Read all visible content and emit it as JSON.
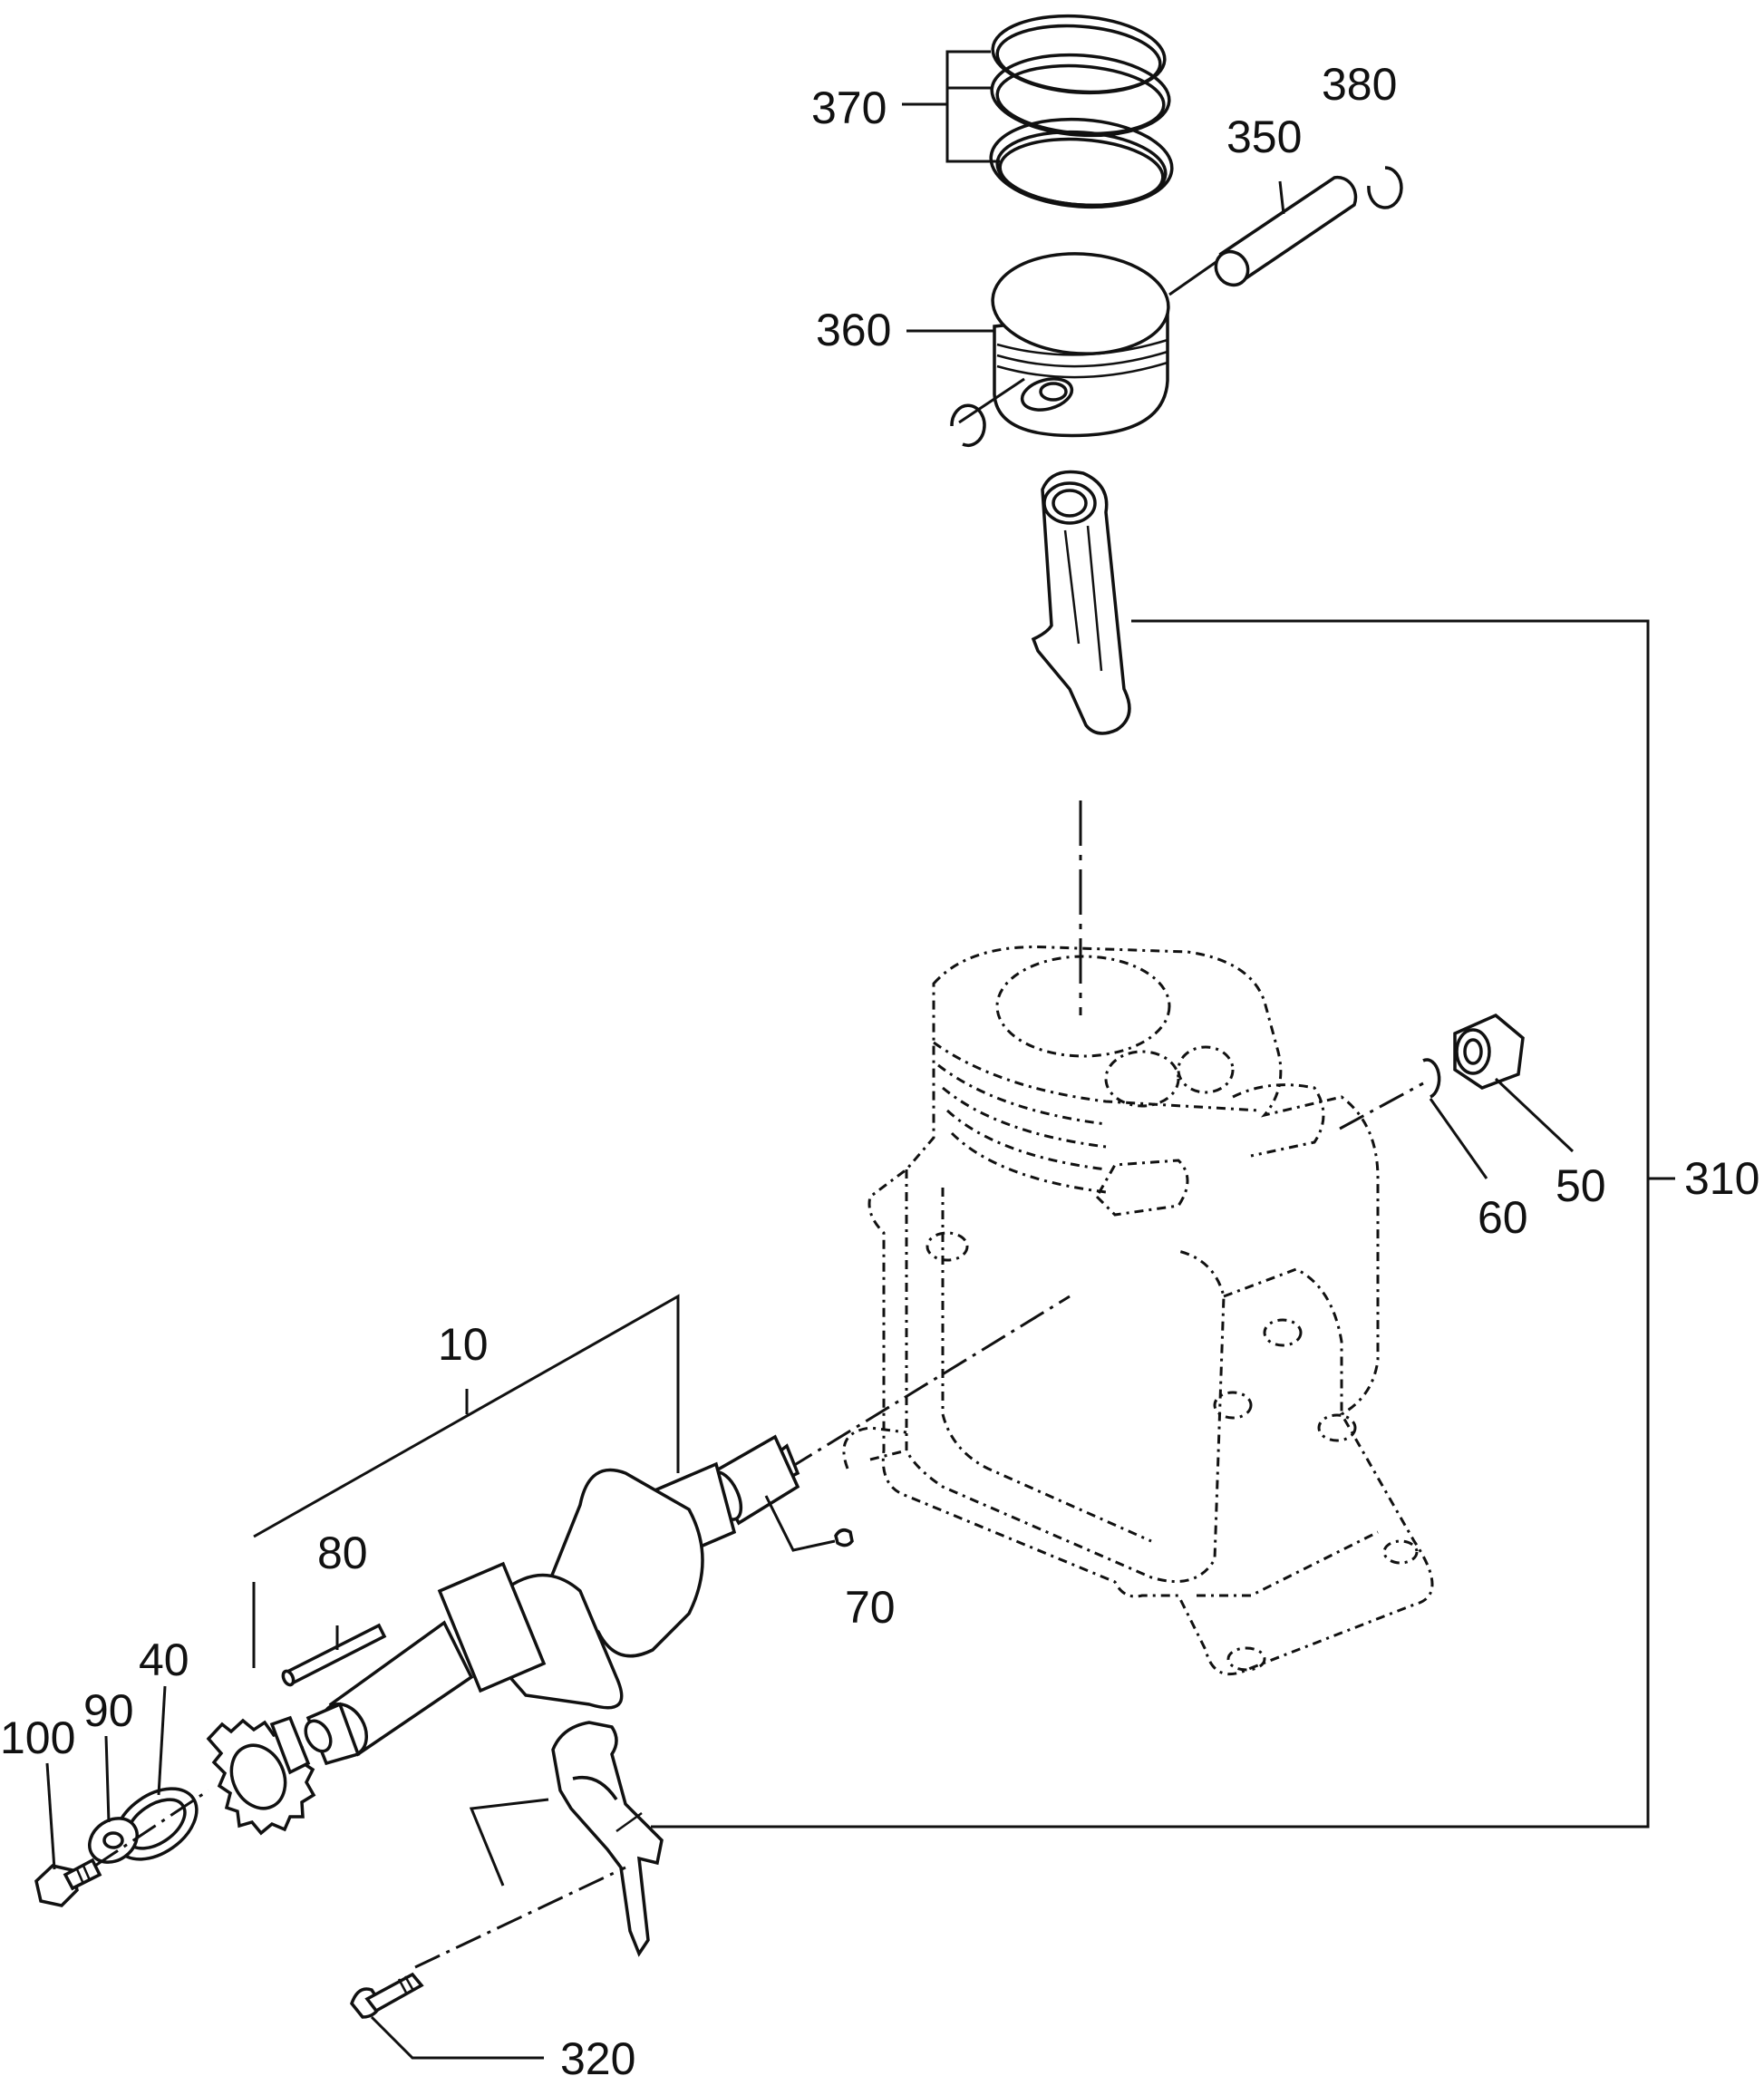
{
  "callouts": {
    "c370": "370",
    "c380": "380",
    "c350": "350",
    "c360": "360",
    "c310": "310",
    "c60": "60",
    "c50": "50",
    "c10": "10",
    "c80": "80",
    "c70": "70",
    "c40": "40",
    "c90": "90",
    "c100": "100",
    "c320": "320"
  }
}
